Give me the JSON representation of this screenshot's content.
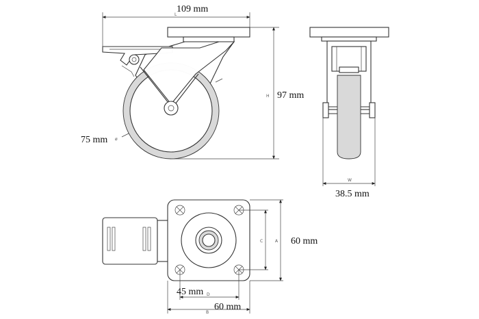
{
  "dimensions": {
    "length": "109 mm",
    "height": "97 mm",
    "wheel_diameter": "75 mm",
    "width": "38.5 mm",
    "plate_a": "60 mm",
    "hole_d": "45 mm",
    "plate_b": "60 mm"
  },
  "letter_codes": {
    "length": "L",
    "height": "H",
    "diameter": "ø",
    "width": "W",
    "plate_a": "A",
    "hole_c": "C",
    "hole_d": "D",
    "plate_b": "B"
  }
}
